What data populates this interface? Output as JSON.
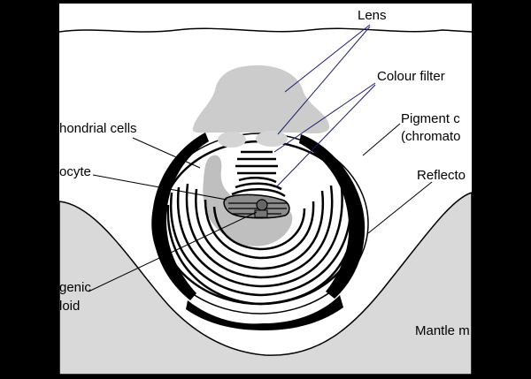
{
  "colors": {
    "frame": "#000000",
    "paper": "#ffffff",
    "mantle": "#d9d9d9",
    "lens": "#cccccc",
    "cells": "#bfbfbf",
    "ink": "#000000"
  },
  "labels": {
    "lens": "Lens",
    "colour_filter": "Colour filter",
    "pigment_1": "Pigment c",
    "pigment_2": "(chromato",
    "mitochondrial": "hondrial cells",
    "ocyte": "ocyte",
    "reflector": "Reflecto",
    "genic_1": "genic",
    "genic_2": "loid",
    "mantle": "Mantle m"
  }
}
